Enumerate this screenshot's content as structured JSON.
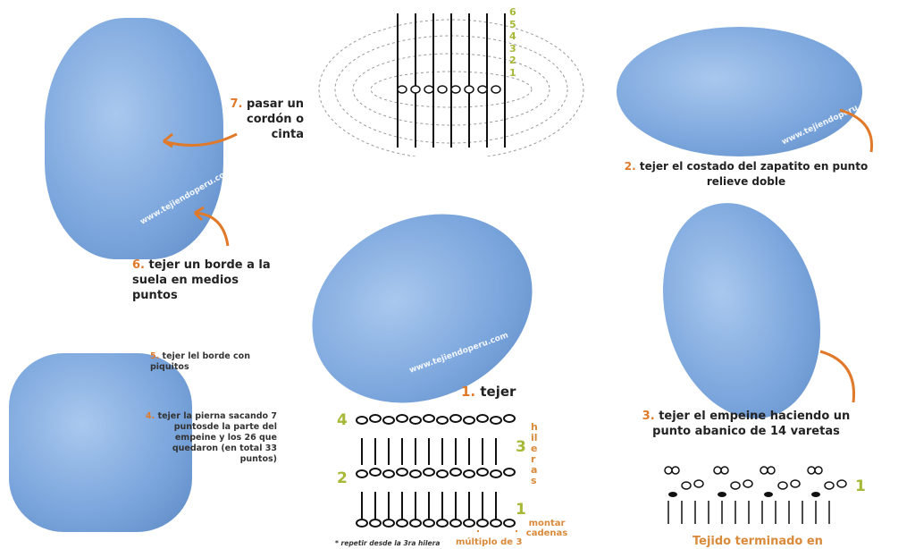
{
  "watermark": "www.tejiendoperu.com",
  "steps": {
    "s7": {
      "num": "7.",
      "text": "pasar un cordón o cinta"
    },
    "s6": {
      "num": "6.",
      "text": "tejer un borde a la suela en medios puntos"
    },
    "s5": {
      "num": "5.",
      "text": "tejer lel borde con piquitos"
    },
    "s4": {
      "num": "4.",
      "text": "tejer la pierna sacando 7 puntosde la parte del empeine y los 26 que quedaron (en total 33 puntos)"
    },
    "s1": {
      "num": "1.",
      "text": "tejer"
    },
    "s2": {
      "num": "2.",
      "text": "tejer el costado del zapatito en punto relieve doble"
    },
    "s3": {
      "num": "3.",
      "text": "tejer el empeine haciendo un punto abanico de 14 varetas"
    }
  },
  "top_diagram": {
    "rows": [
      "6",
      "5",
      "4",
      "3",
      "2",
      "1"
    ]
  },
  "row_diagram": {
    "rows": [
      "4",
      "3",
      "2",
      "1"
    ],
    "hileras": "hileras",
    "montar": "montar cadenas",
    "multiplo": "múltiplo de 3",
    "repeat_note": "* repetir desde la 3ra hilera"
  },
  "fan_diagram": {
    "row": "1",
    "caption": "Tejido terminado en"
  },
  "colors": {
    "accent": "#e07a2a",
    "yarn": "#7aa5dc",
    "green": "#a6b836"
  }
}
